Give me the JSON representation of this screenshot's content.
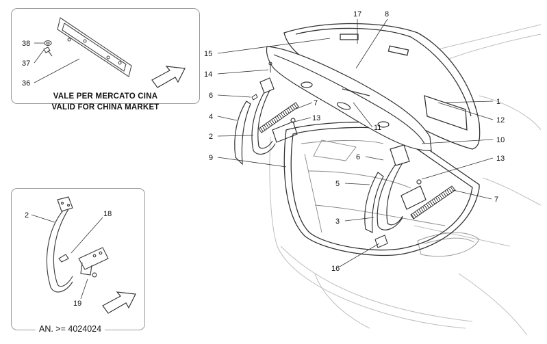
{
  "inset_top": {
    "note_line1": "VALE PER MERCATO CINA",
    "note_line2": "VALID FOR CHINA MARKET"
  },
  "inset_bottom": {
    "caption": "AN. >= 4024024"
  },
  "callouts": {
    "n38": "38",
    "n37": "37",
    "n36": "36",
    "n2a": "2",
    "n18": "18",
    "n19": "19",
    "n15": "15",
    "n14": "14",
    "n6a": "6",
    "n4": "4",
    "n2b": "2",
    "n9": "9",
    "n17": "17",
    "n8": "8",
    "n7a": "7",
    "n13a": "13",
    "n11": "11",
    "n1": "1",
    "n12": "12",
    "n10": "10",
    "n6b": "6",
    "n5": "5",
    "n3": "3",
    "n13b": "13",
    "n7b": "7",
    "n16": "16"
  },
  "icons": [
    "arrow-indicator-icon",
    "arrow-indicator-icon"
  ],
  "colors": {
    "line": "#444444",
    "frame": "#9a9a9a",
    "text": "#111111"
  }
}
